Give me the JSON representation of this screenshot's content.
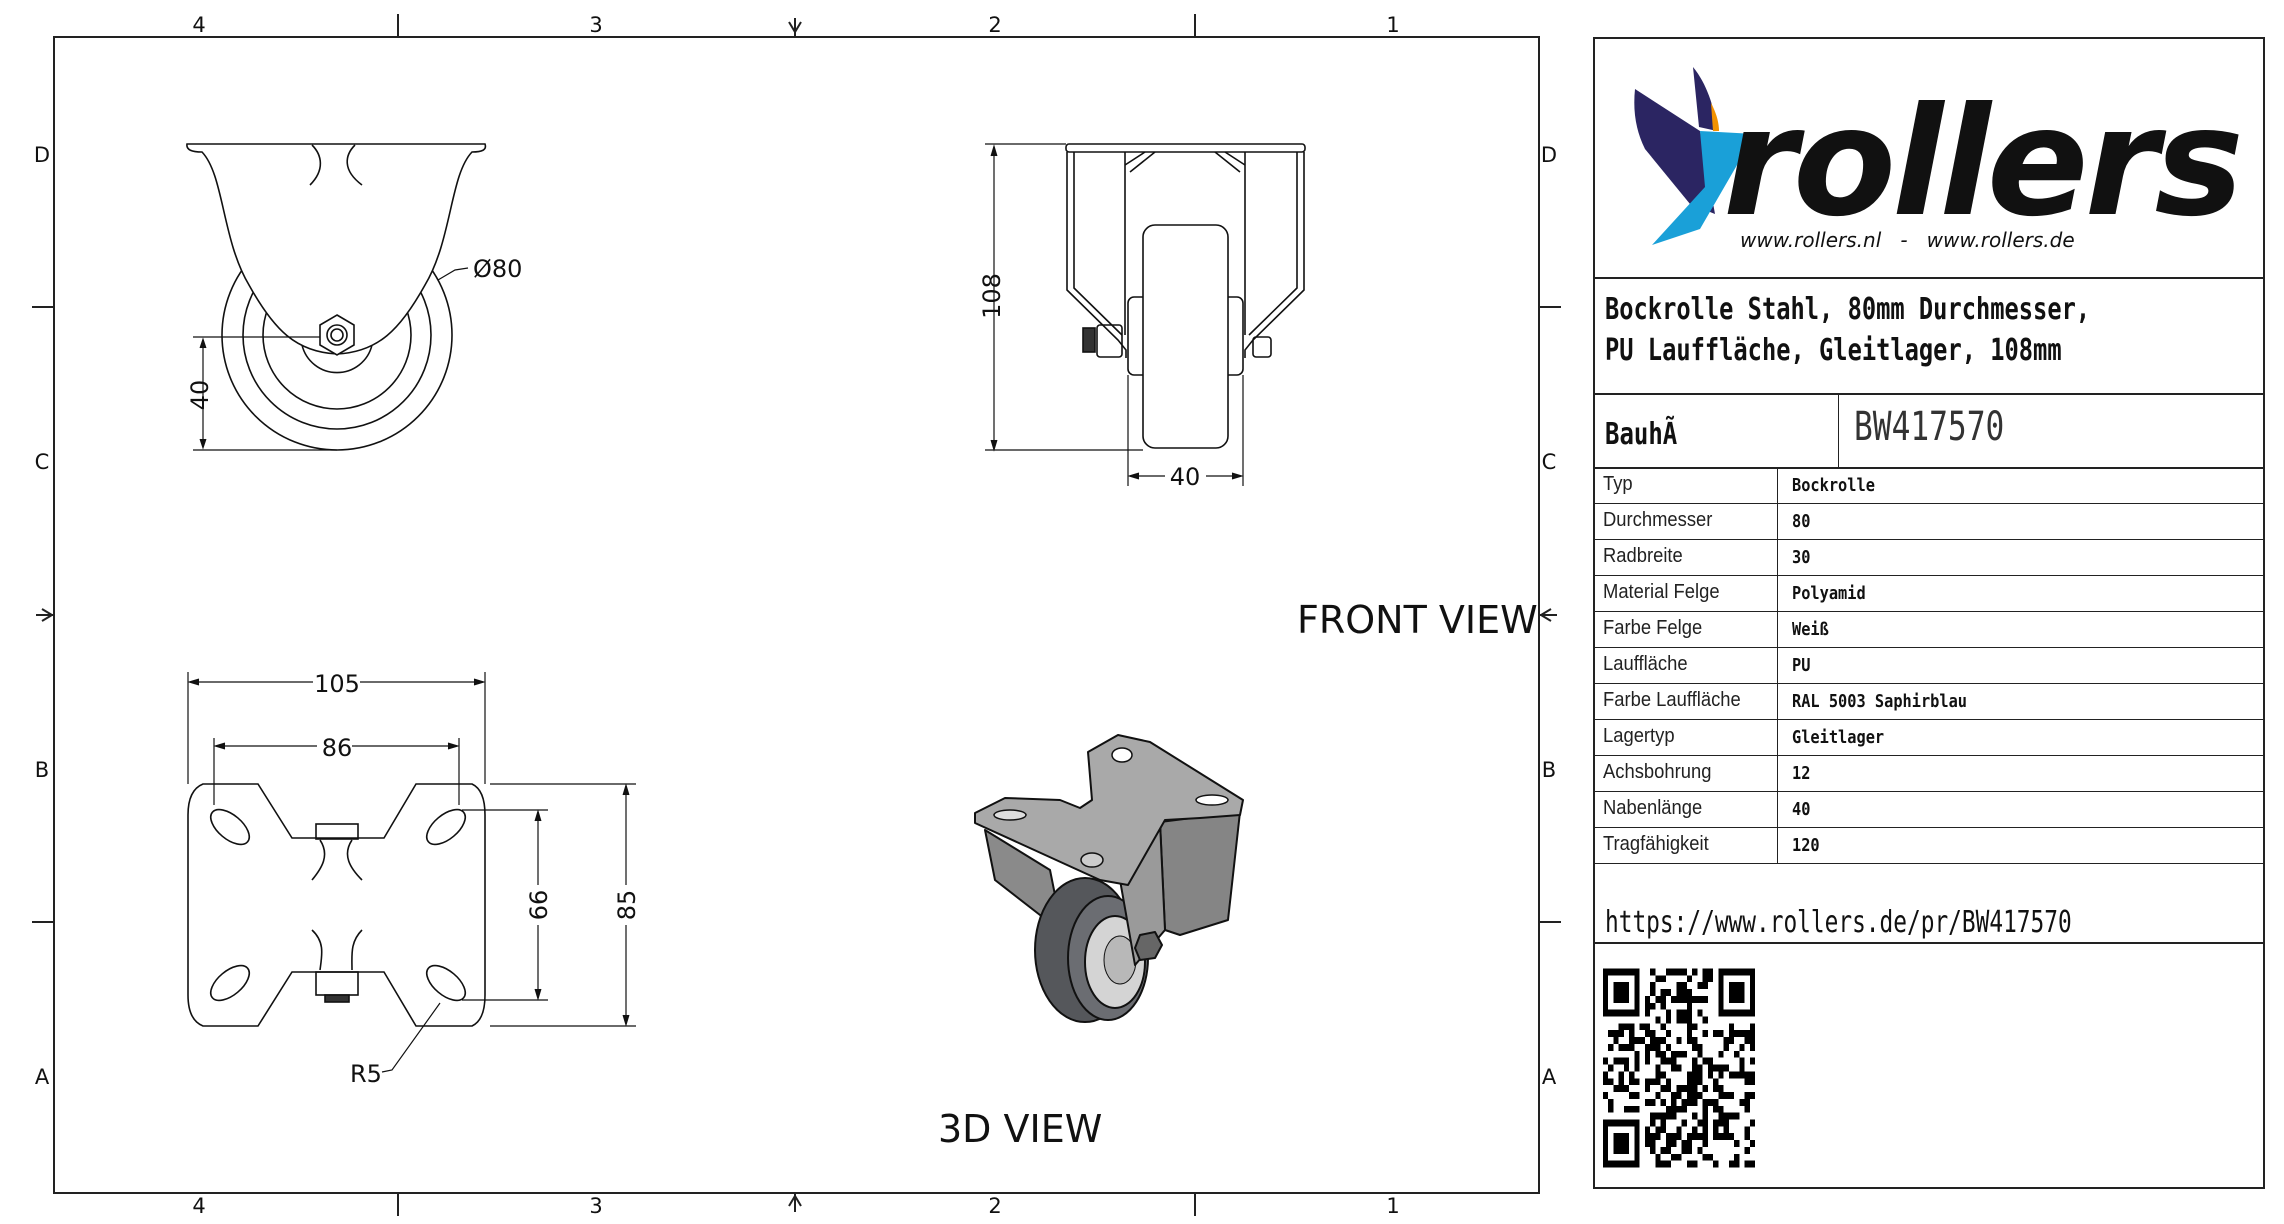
{
  "frame": {
    "zone_numbers": [
      "4",
      "3",
      "2",
      "1"
    ],
    "zone_letters": [
      "D",
      "C",
      "B",
      "A"
    ]
  },
  "drawing": {
    "side_view": {
      "diameter_label": "Ø80",
      "axle_height": "40"
    },
    "front_view": {
      "height": "108",
      "width": "40",
      "label": "FRONT VIEW"
    },
    "plan_view": {
      "plate_length": "105",
      "hole_spacing_x": "86",
      "hole_spacing_y": "66",
      "plate_width": "85",
      "radius": "R5"
    },
    "iso_view": {
      "label": "3D VIEW"
    }
  },
  "title_block": {
    "logo": {
      "wordmark": "rollers",
      "urls": "www.rollers.nl   -   www.rollers.de",
      "color_primary": "#1aa0d8",
      "color_dark": "#2b2562",
      "color_accent": "#f39200"
    },
    "title_lines": [
      "Bockrolle Stahl, 80mm Durchmesser,",
      "PU Lauffläche, Gleitlager, 108mm"
    ],
    "series": "BauhÃ",
    "part_number": "BW417570",
    "specs": [
      {
        "label": "Typ",
        "value": "Bockrolle"
      },
      {
        "label": "Durchmesser",
        "value": "80"
      },
      {
        "label": "Radbreite",
        "value": "30"
      },
      {
        "label": "Material Felge",
        "value": "Polyamid"
      },
      {
        "label": "Farbe Felge",
        "value": "Weiß"
      },
      {
        "label": "Lauffläche",
        "value": "PU"
      },
      {
        "label": "Farbe Lauffläche",
        "value": "RAL 5003 Saphirblau"
      },
      {
        "label": "Lagertyp",
        "value": "Gleitlager"
      },
      {
        "label": "Achsbohrung",
        "value": "12"
      },
      {
        "label": "Nabenlänge",
        "value": "40"
      },
      {
        "label": "Tragfähigkeit",
        "value": "120"
      }
    ],
    "url": "https://www.rollers.de/pr/BW417570",
    "qr_icon": "qr-code"
  }
}
